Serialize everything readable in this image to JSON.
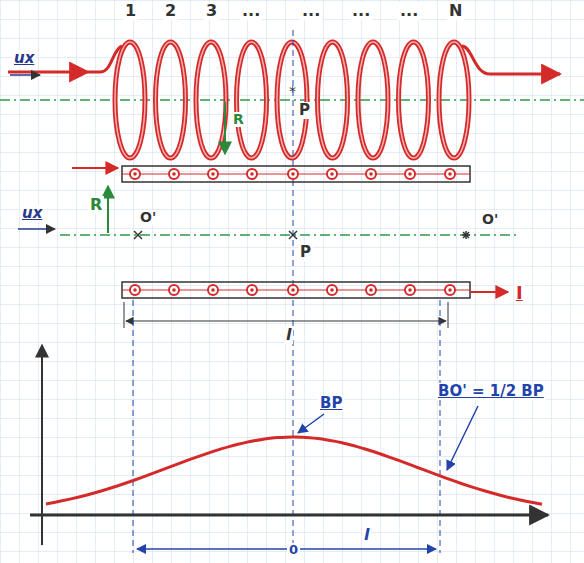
{
  "diagram": {
    "labels": [
      "1",
      "2",
      "3",
      "...",
      "...",
      "...",
      "...",
      "N",
      "ux",
      "R",
      "P",
      "R",
      "ux",
      "O'",
      "P",
      "O'",
      "I",
      "l",
      "BP",
      "BO' = 1/2 BP",
      "l",
      "0"
    ]
  }
}
